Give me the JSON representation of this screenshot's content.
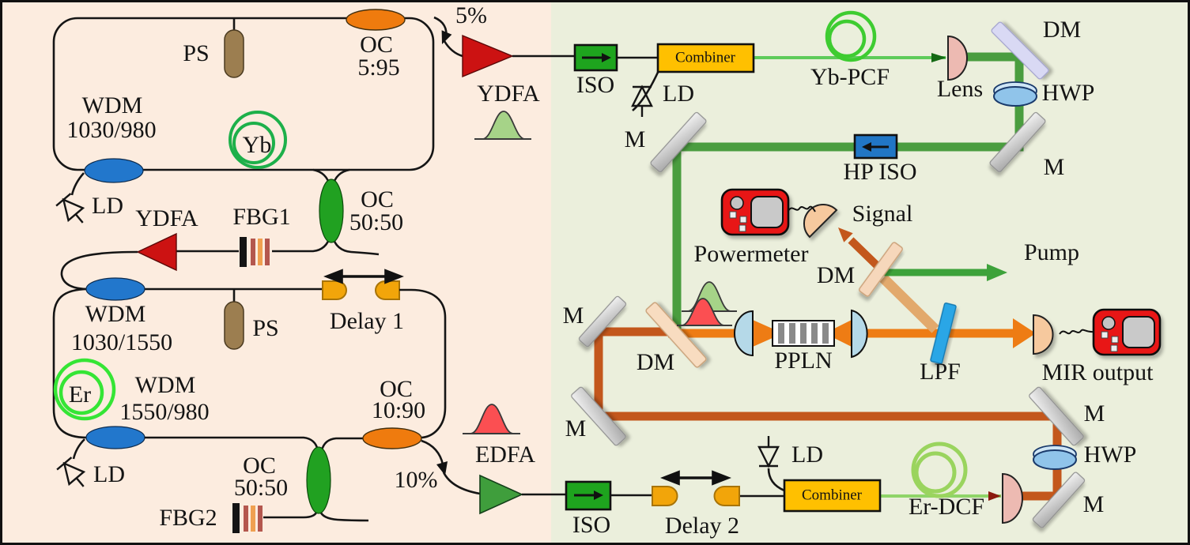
{
  "labels": {
    "ps": "PS",
    "oc": "OC",
    "ratio_595": "5:95",
    "ratio_5050": "50:50",
    "ratio_1090": "10:90",
    "wdm": "WDM",
    "wdm1_wavelengths": "1030/980",
    "wdm2_wavelengths": "1030/1550",
    "wdm3_wavelengths": "1550/980",
    "yb": "Yb",
    "er": "Er",
    "ld": "LD",
    "ydfa": "YDFA",
    "edfa": "EDFA",
    "fbg1": "FBG1",
    "fbg2": "FBG2",
    "tap5": "5%",
    "tap10": "10%",
    "delay1": "Delay 1",
    "delay2": "Delay 2",
    "iso": "ISO",
    "hp_iso": "HP ISO",
    "combiner": "Combiner",
    "yb_pcf": "Yb-PCF",
    "er_dcf": "Er-DCF",
    "lens": "Lens",
    "dm": "DM",
    "hwp": "HWP",
    "m": "M",
    "lpf": "LPF",
    "ppln": "PPLN",
    "powermeter": "Powermeter",
    "signal": "Signal",
    "pump": "Pump",
    "mir_output": "MIR output"
  },
  "colors": {
    "left_bg": "#fcecdf",
    "right_bg": "#ebefdc",
    "green_beam": "#4a9d3f",
    "pump_fiber_green": "#5ecb5a",
    "dark_orange_beam": "#c3571c",
    "bright_orange_beam": "#ee7c14",
    "tan_beam": "#e2a96c",
    "combiner_yellow": "#ffc000",
    "iso_green": "#1ea41e",
    "hp_iso_blue": "#2176c5",
    "lpf_blue": "#2aa6e6",
    "wdm_blue": "#2277cc",
    "oc_orange": "#ef7b0e",
    "oc_green": "#21a121",
    "ydfa_red": "#cc1212",
    "edfa_green": "#3f9e3c",
    "powermeter_red": "#e81212"
  }
}
